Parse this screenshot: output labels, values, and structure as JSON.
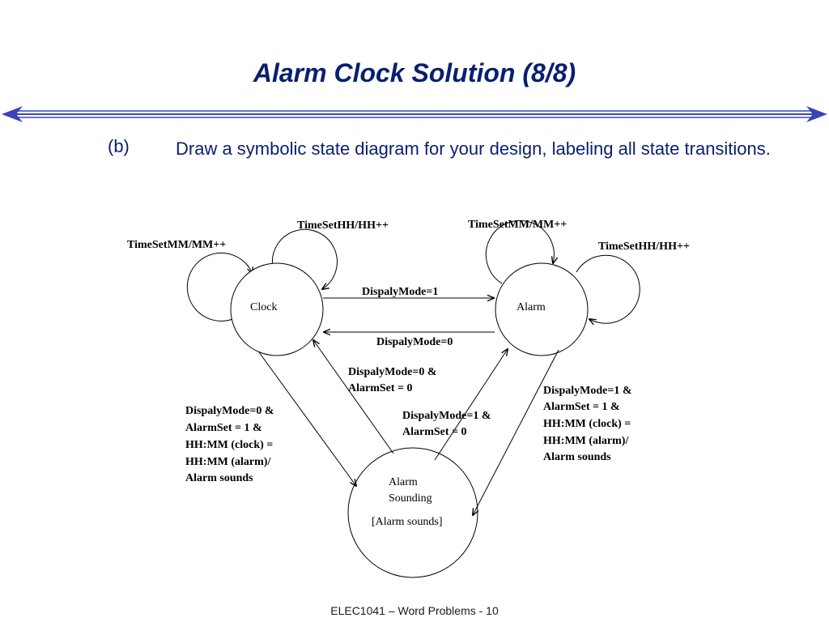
{
  "slide": {
    "title": "Alarm Clock Solution (8/8)",
    "bullet": "(b)",
    "question": "Draw a symbolic state diagram for your design, labeling all state transitions.",
    "footer": "ELEC1041 – Word Problems - 10"
  },
  "colors": {
    "title": "#0a1f6e",
    "divider": "#3a44b8",
    "text": "#0a1f6e"
  },
  "diagram": {
    "states": {
      "clock": "Clock",
      "alarm": "Alarm",
      "sounding_line1": "Alarm",
      "sounding_line2": "Sounding",
      "sounding_output": "[Alarm sounds]"
    },
    "transitions": {
      "clock_self_mm": "TimeSetMM/MM++",
      "clock_self_hh": "TimeSetHH/HH++",
      "alarm_self_mm": "TimeSetMM/MM++",
      "alarm_self_hh": "TimeSetHH/HH++",
      "clock_to_alarm": "DispalyMode=1",
      "alarm_to_clock": "DispalyMode=0",
      "sounding_to_clock": [
        "DispalyMode=0 &",
        "AlarmSet = 0"
      ],
      "sounding_to_alarm": [
        "DispalyMode=1 &",
        "AlarmSet = 0"
      ],
      "clock_to_sounding": [
        "DispalyMode=0 &",
        "AlarmSet = 1 &",
        "HH:MM (clock) =",
        "HH:MM (alarm)/",
        "Alarm sounds"
      ],
      "alarm_to_sounding": [
        "DispalyMode=1 &",
        "AlarmSet = 1 &",
        "HH:MM (clock) =",
        "HH:MM (alarm)/",
        "Alarm sounds"
      ]
    }
  }
}
